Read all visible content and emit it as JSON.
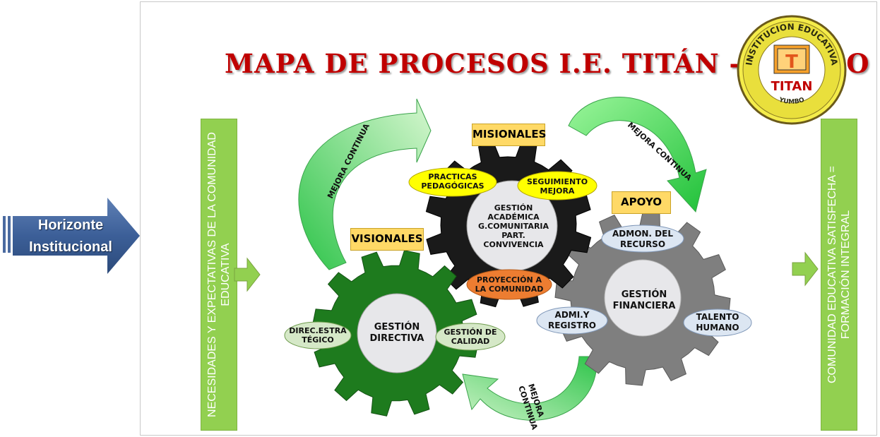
{
  "title": "MAPA DE PROCESOS I.E. TITÁN - YUMBO",
  "horizonte": {
    "line1": "Horizonte",
    "line2": "Institucional"
  },
  "input_bar": {
    "line1": "NECESIDADES Y EXPECTATIVAS DE LA COMUNIDAD",
    "line2": "EDUCATIVA"
  },
  "output_bar": {
    "line1": "COMUNIDAD EDUCATIVA SATISFECHA  =",
    "line2": "FORMACIÓN INTEGRAL"
  },
  "logo": {
    "ring_top": "INSTITUCION EDUCATIVA",
    "name": "TITAN",
    "ring_bottom": "YUMBO",
    "letter": "T"
  },
  "mejora": {
    "top_left": "MEJORA CONTINUA",
    "top_right": "MEJORA CONTINUA",
    "bottom": "MEJORA CONTINUA"
  },
  "misionales": {
    "header": "MISIONALES",
    "center": [
      "GESTIÓN",
      "ACADÉMICA",
      "G.COMUNITARIA",
      "PART.",
      "CONVIVENCIA"
    ],
    "practicas": [
      "PRACTICAS",
      "PEDAGÓGICAS"
    ],
    "seguimiento": [
      "SEGUIMIENTO",
      "MEJORA"
    ],
    "proyeccion": [
      "PROYECCIÓN A",
      "LA COMUNIDAD"
    ]
  },
  "visionales": {
    "header": "VISIONALES",
    "center": [
      "GESTIÓN",
      "DIRECTIVA"
    ],
    "direc": [
      "DIREC.ESTRA",
      "TÉGICO"
    ],
    "calidad": [
      "GESTIÓN DE",
      "CALIDAD"
    ]
  },
  "apoyo": {
    "header": "APOYO",
    "center": [
      "GESTIÓN",
      "FINANCIERA"
    ],
    "admon": [
      "ADMON. DEL",
      "RECURSO"
    ],
    "admi": [
      "ADMI.Y",
      "REGISTRO"
    ],
    "talento": [
      "TALENTO",
      "HUMANO"
    ]
  },
  "colors": {
    "green_bar": "#92d050",
    "title_red": "#c00000",
    "header_fill": "#ffd966",
    "gear_black": "#1a1a1a",
    "gear_green": "#1e7b1e",
    "gear_grey": "#7f7f7f"
  }
}
